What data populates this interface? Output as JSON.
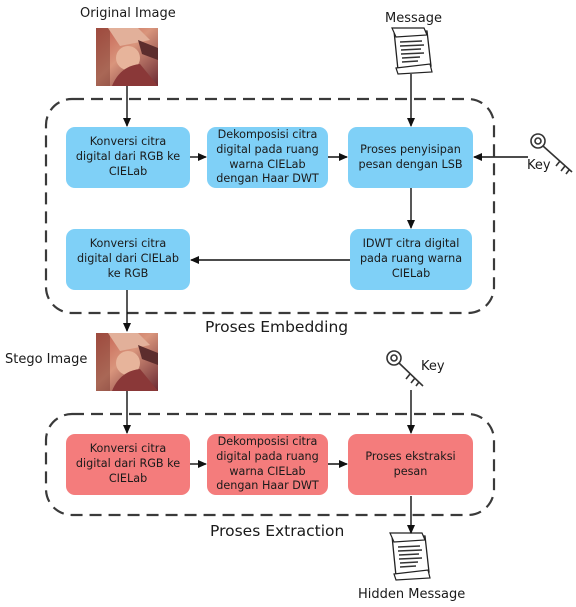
{
  "colors": {
    "process_blue": "#7fd0f7",
    "process_red": "#f47c7c",
    "border": "#333333"
  },
  "labels": {
    "original_image": "Original Image",
    "message": "Message",
    "key_top": "Key",
    "stego_image": "Stego Image",
    "key_bottom": "Key",
    "hidden_message": "Hidden Message",
    "embedding_title": "Proses Embedding",
    "extraction_title": "Proses Extraction"
  },
  "embedding": {
    "convert_rgb_lab": "Konversi citra digital dari RGB ke CIELab",
    "decompose": "Dekomposisi citra digital pada ruang warna CIELab dengan Haar DWT",
    "lsb_embed": "Proses penyisipan pesan dengan LSB",
    "idwt": "IDWT citra digital pada ruang warna CIELab",
    "convert_lab_rgb": "Konversi citra digital dari CIELab ke RGB"
  },
  "extraction": {
    "convert_rgb_lab": "Konversi citra digital dari RGB ke CIELab",
    "decompose": "Dekomposisi citra digital pada ruang warna CIELab dengan Haar DWT",
    "extract": "Proses ekstraksi pesan"
  },
  "icons": [
    "photo-icon",
    "document-icon",
    "key-icon"
  ]
}
